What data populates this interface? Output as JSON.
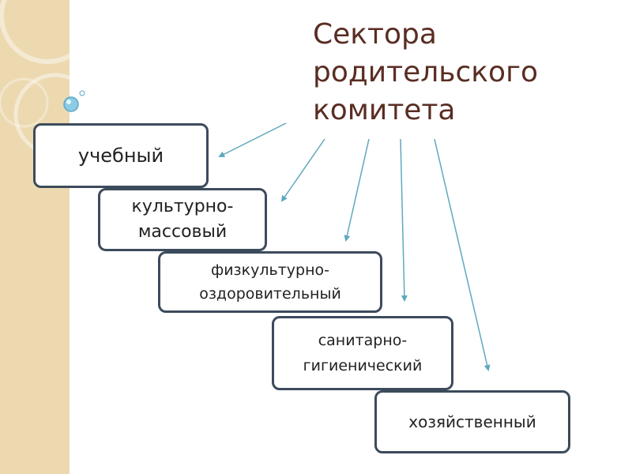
{
  "title": {
    "line1": "Сектора",
    "line2": "родительского",
    "line3": "комитета"
  },
  "sectors": [
    {
      "lines": [
        "учебный"
      ]
    },
    {
      "lines": [
        "культурно-",
        "массовый"
      ]
    },
    {
      "lines": [
        "физкультурно-",
        "оздоровительный"
      ]
    },
    {
      "lines": [
        "санитарно-",
        "гигиенический"
      ]
    },
    {
      "lines": [
        "хозяйственный"
      ]
    }
  ],
  "colors": {
    "title": "#5a2d23",
    "box_border": "#3c4b5c",
    "arrow": "#5fa8bd",
    "side_strip": "#ecd9b0"
  }
}
